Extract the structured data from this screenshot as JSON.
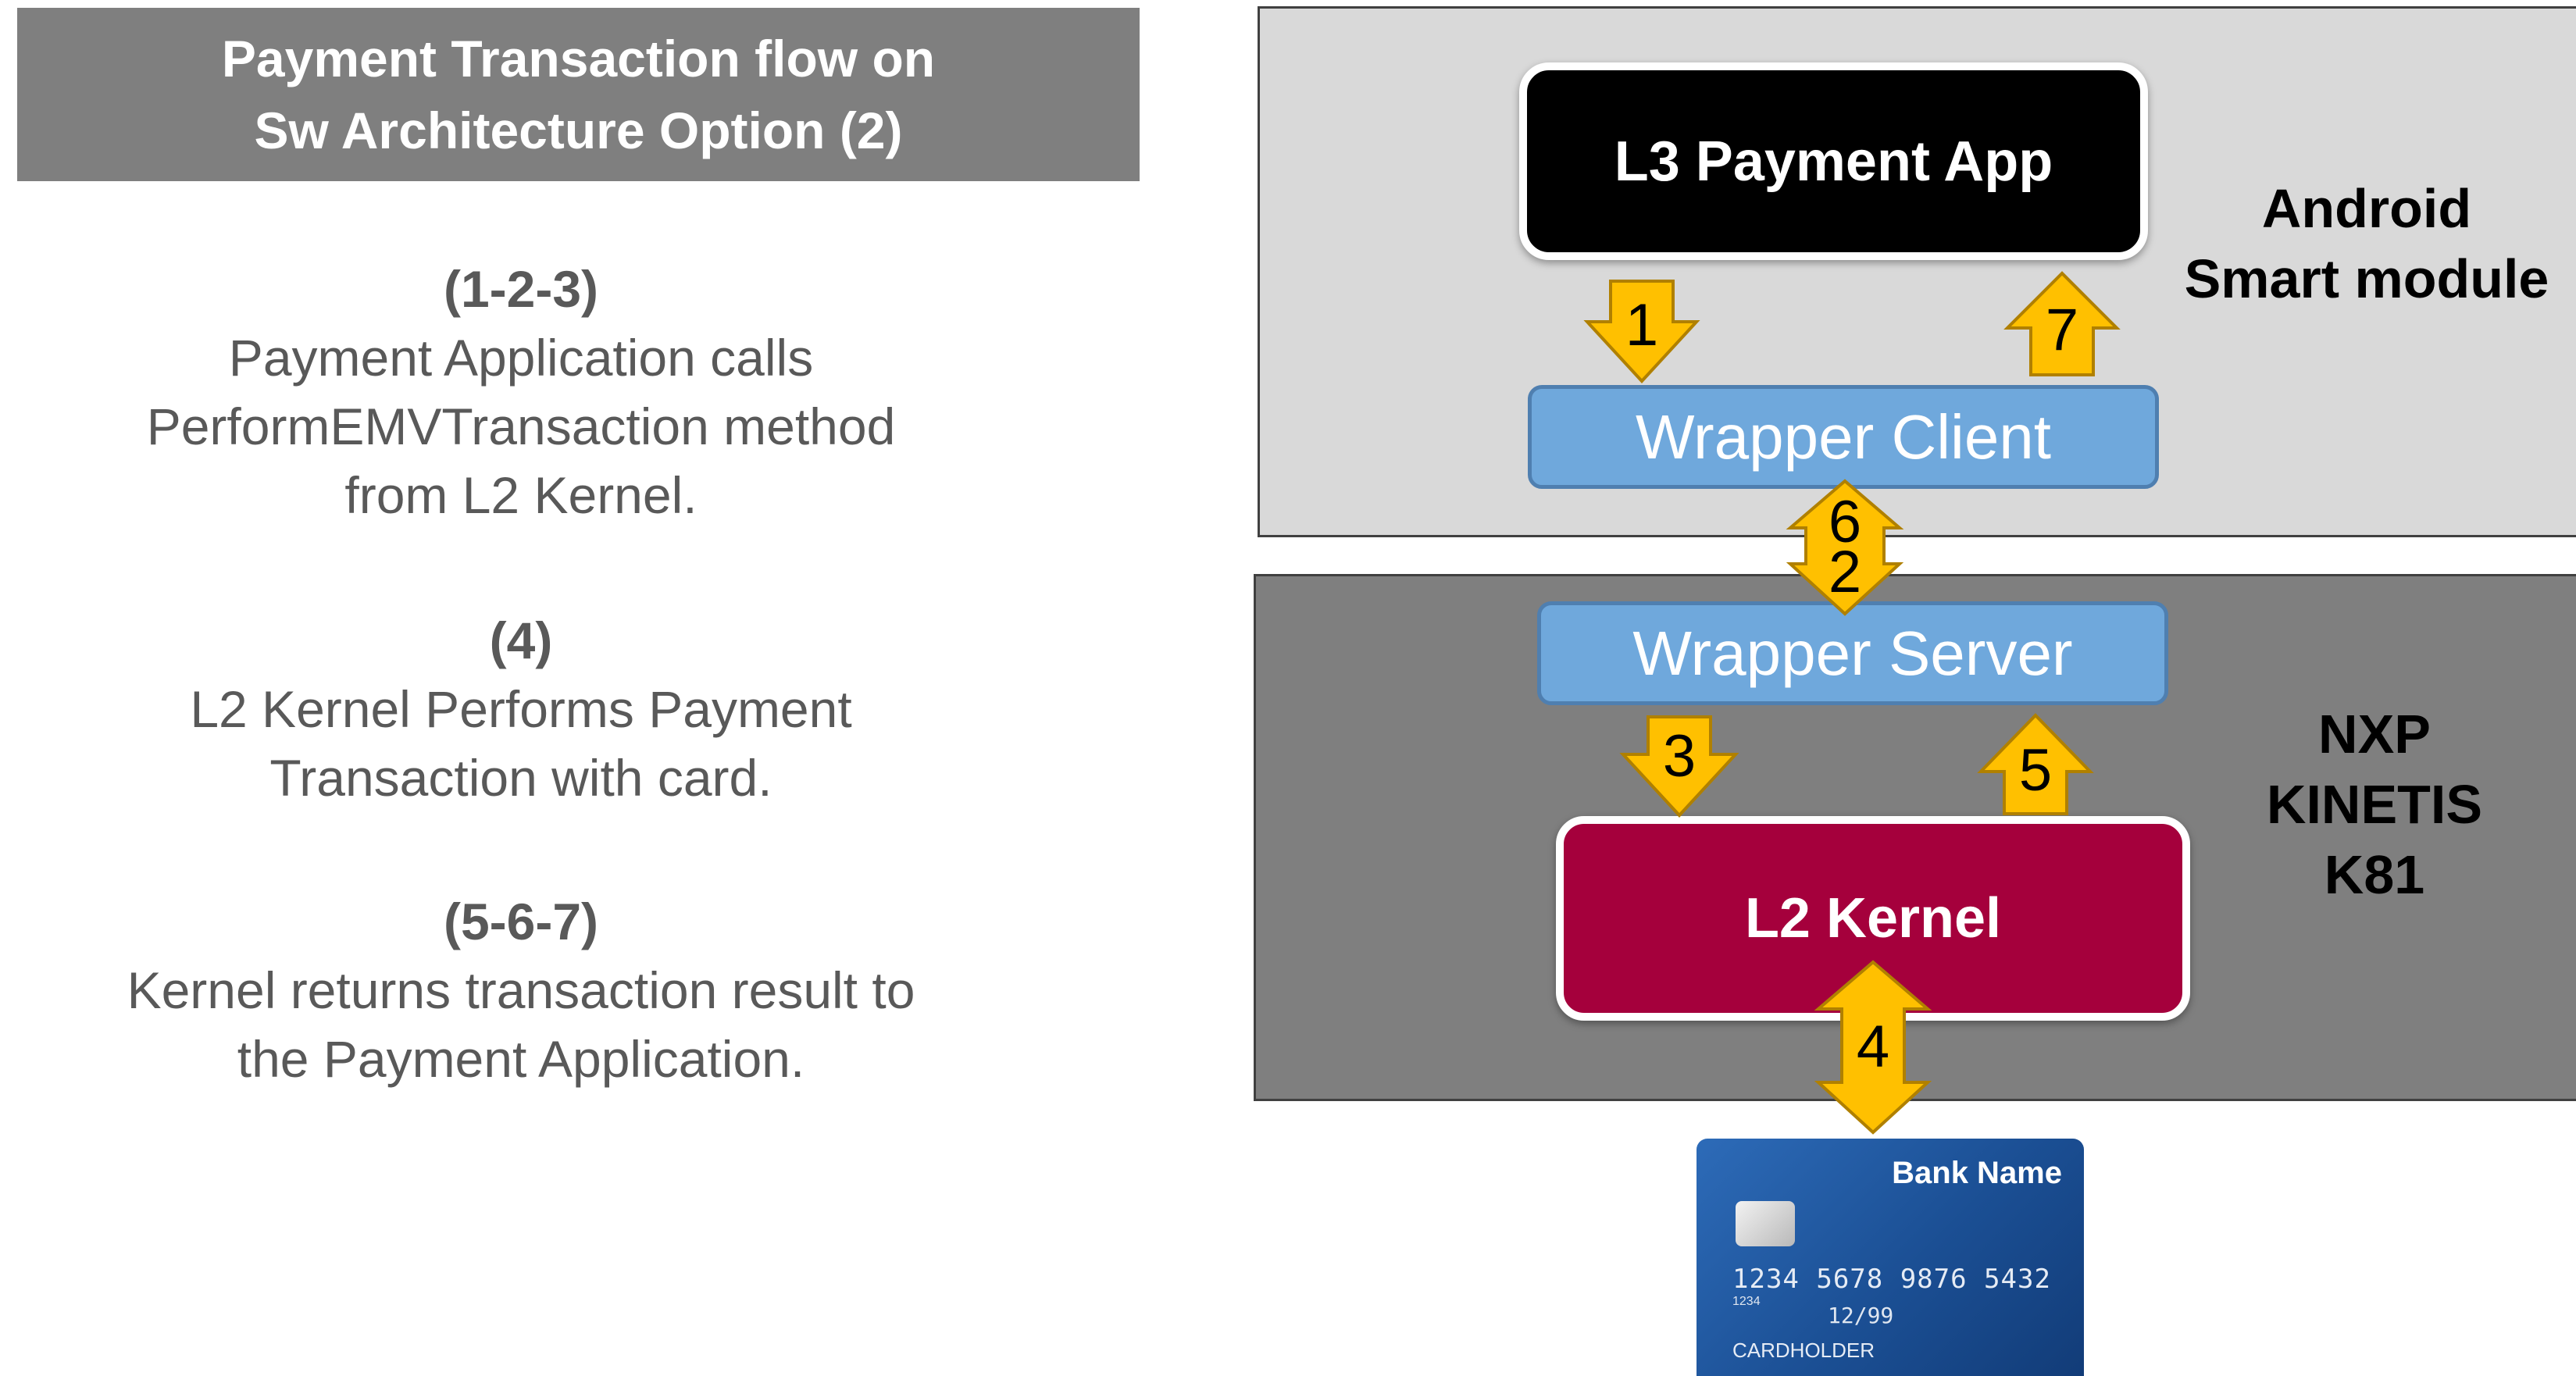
{
  "title": {
    "line1": "Payment Transaction flow on",
    "line2": "Sw Architecture Option (2)"
  },
  "steps": [
    {
      "header": "(1-2-3)",
      "lines": [
        "Payment Application calls",
        "PerformEMVTransaction method",
        "from L2 Kernel."
      ]
    },
    {
      "header": "(4)",
      "lines": [
        "L2 Kernel Performs Payment",
        "Transaction with card."
      ]
    },
    {
      "header": "(5-6-7)",
      "lines": [
        "Kernel returns transaction result to",
        "the Payment Application."
      ]
    }
  ],
  "regions": {
    "android": {
      "line1": "Android",
      "line2": "Smart module"
    },
    "nxp": {
      "line1": "NXP",
      "line2": "KINETIS",
      "line3": "K81"
    }
  },
  "boxes": {
    "l3_app": "L3 Payment App",
    "wrapper_client": "Wrapper Client",
    "wrapper_server": "Wrapper Server",
    "l2_kernel": "L2 Kernel"
  },
  "arrows": {
    "a1": "1",
    "a7": "7",
    "a6": "6",
    "a2": "2",
    "a3": "3",
    "a5": "5",
    "a4": "4"
  },
  "card": {
    "bank_name": "Bank Name",
    "number": "1234 5678 9876 5432",
    "small": "1234",
    "expiry": "12/99",
    "holder": "CARDHOLDER"
  },
  "colors": {
    "title_bg": "#7f7f7f",
    "android_bg": "#d9d9d9",
    "nxp_bg": "#7f7f7f",
    "wrapper": "#6fa8dc",
    "l2_kernel": "#a5003c",
    "arrow": "#ffc000"
  }
}
